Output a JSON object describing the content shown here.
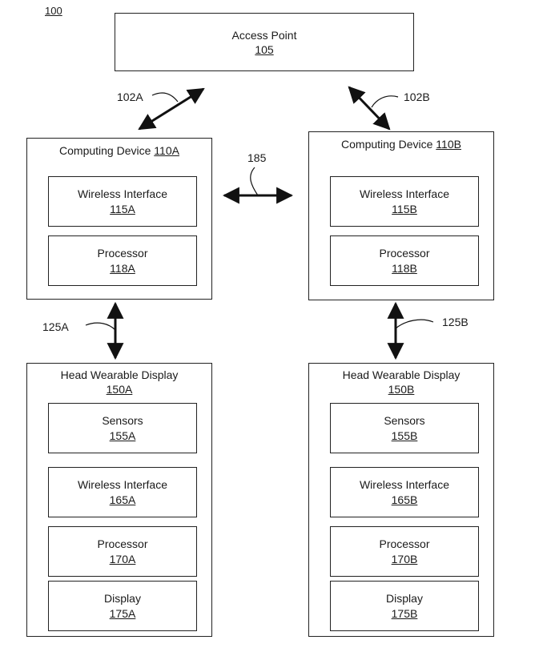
{
  "figure_number": "100",
  "access_point": {
    "name": "Access Point",
    "ref": "105"
  },
  "systems": [
    {
      "computing_device": {
        "name": "Computing Device",
        "ref": "110A"
      },
      "wireless_interface": {
        "name": "Wireless Interface",
        "ref": "115A"
      },
      "processor": {
        "name": "Processor",
        "ref": "118A"
      },
      "hwd": {
        "name": "Head Wearable Display",
        "ref": "150A",
        "components": [
          {
            "name": "Sensors",
            "ref": "155A"
          },
          {
            "name": "Wireless Interface",
            "ref": "165A"
          },
          {
            "name": "Processor",
            "ref": "170A"
          },
          {
            "name": "Display",
            "ref": "175A"
          }
        ]
      }
    },
    {
      "computing_device": {
        "name": "Computing Device",
        "ref": "110B"
      },
      "wireless_interface": {
        "name": "Wireless Interface",
        "ref": "115B"
      },
      "processor": {
        "name": "Processor",
        "ref": "118B"
      },
      "hwd": {
        "name": "Head Wearable Display",
        "ref": "150B",
        "components": [
          {
            "name": "Sensors",
            "ref": "155B"
          },
          {
            "name": "Wireless Interface",
            "ref": "165B"
          },
          {
            "name": "Processor",
            "ref": "170B"
          },
          {
            "name": "Display",
            "ref": "175B"
          }
        ]
      }
    }
  ],
  "links": {
    "ap_to_a": "102A",
    "ap_to_b": "102B",
    "a_to_b": "185",
    "a_to_hwd": "125A",
    "b_to_hwd": "125B"
  }
}
